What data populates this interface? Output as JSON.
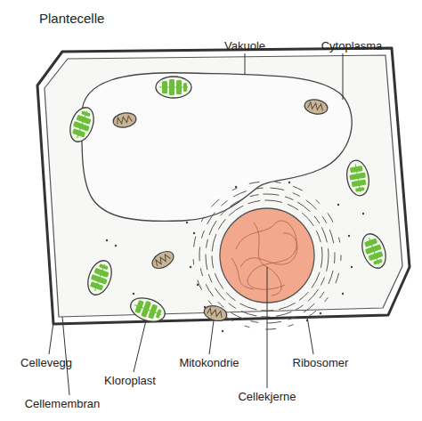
{
  "diagram": {
    "title": "Plantecelle",
    "labels": [
      "Vakuole",
      "Cytoplasma",
      "Cellevegg",
      "Cellemembran",
      "Kloroplast",
      "Mitokondrie",
      "Cellekjerne",
      "Ribosomer"
    ]
  }
}
